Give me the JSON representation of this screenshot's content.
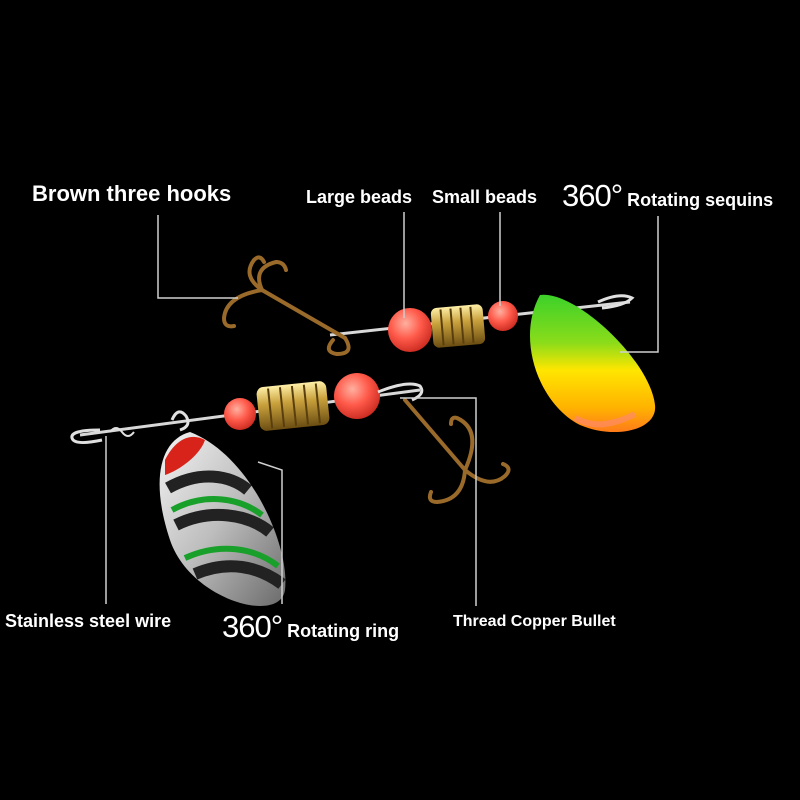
{
  "labels": {
    "hooks": "Brown three hooks",
    "large_beads": "Large beads",
    "small_beads": "Small beads",
    "sequins_prefix": "360°",
    "sequins_text": "Rotating sequins",
    "wire": "Stainless steel wire",
    "ring_prefix": "360°",
    "ring_text": "Rotating ring",
    "bullet": "Thread Copper Bullet"
  },
  "colors": {
    "background": "#000000",
    "label_text": "#ffffff",
    "leader_line": "#cfcfcf",
    "bead": "#ff5a4a",
    "copper": "#c9a13c",
    "hook": "#9a6a2a"
  }
}
